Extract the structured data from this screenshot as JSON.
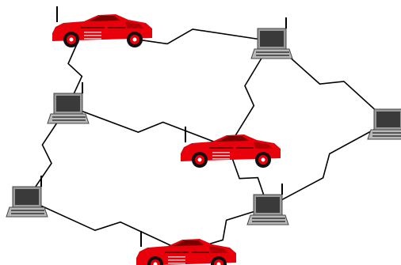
{
  "diagram": {
    "nodes": [
      {
        "id": "car-top-left",
        "kind": "car"
      },
      {
        "id": "laptop-top-center",
        "kind": "laptop"
      },
      {
        "id": "laptop-far-right",
        "kind": "laptop"
      },
      {
        "id": "laptop-mid-left",
        "kind": "laptop"
      },
      {
        "id": "car-center",
        "kind": "car"
      },
      {
        "id": "laptop-bottom-left",
        "kind": "laptop"
      },
      {
        "id": "laptop-bottom-right",
        "kind": "laptop"
      },
      {
        "id": "car-bottom-center",
        "kind": "car"
      }
    ],
    "links": [
      [
        "car-top-left",
        "laptop-top-center"
      ],
      [
        "car-top-left",
        "laptop-mid-left"
      ],
      [
        "laptop-top-center",
        "laptop-far-right"
      ],
      [
        "laptop-top-center",
        "car-center"
      ],
      [
        "laptop-mid-left",
        "car-center"
      ],
      [
        "laptop-mid-left",
        "laptop-bottom-left"
      ],
      [
        "car-center",
        "laptop-bottom-right"
      ],
      [
        "laptop-far-right",
        "laptop-bottom-right"
      ],
      [
        "laptop-bottom-left",
        "car-bottom-center"
      ],
      [
        "laptop-bottom-right",
        "car-bottom-center"
      ]
    ],
    "colors": {
      "car_body": "#e8000a",
      "car_dark": "#7a0000",
      "wheel": "#111111",
      "laptop_body": "#b8b8b8",
      "laptop_screen": "#3a3a3a",
      "link": "#000000",
      "background": "#ffffff"
    }
  }
}
